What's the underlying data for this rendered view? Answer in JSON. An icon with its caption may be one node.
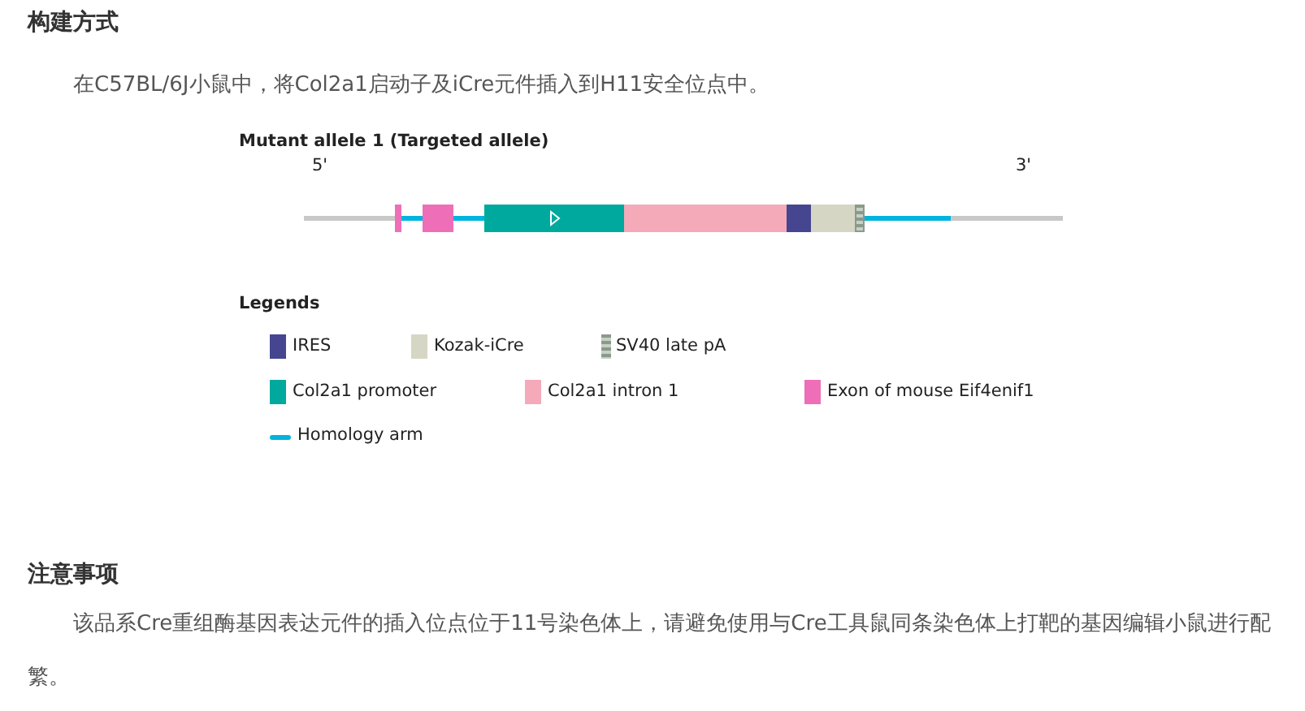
{
  "diagram": {
    "title": "Mutant allele 1 (Targeted allele)",
    "labels": [
      "构建方式",
      "在C57BL/6J小鼠中，将Col2a1启动子及iCre元件插入到H11安全位点中。",
      "5'",
      "3'",
      "Legends",
      "注意事项",
      "该品系Cre重组酶基因表达元件的插入位点位于11号染色体上，请避免使用与Cre工具鼠同条染色体上打靶的基因编辑小鼠进行配繁。"
    ],
    "legend": [
      {
        "text": "IRES",
        "color": "#45468f"
      },
      {
        "text": "Kozak-iCre",
        "color": "#d6d6c4"
      },
      {
        "text": "SV40 late pA"
      },
      {
        "text": "Col2a1 promoter",
        "color": "#00a99d"
      },
      {
        "text": "Col2a1 intron 1",
        "color": "#f4aab9"
      },
      {
        "text": "Exon of mouse Eif4enif1",
        "color": "#ee6eb8"
      },
      {
        "text": "Homology arm"
      }
    ]
  }
}
